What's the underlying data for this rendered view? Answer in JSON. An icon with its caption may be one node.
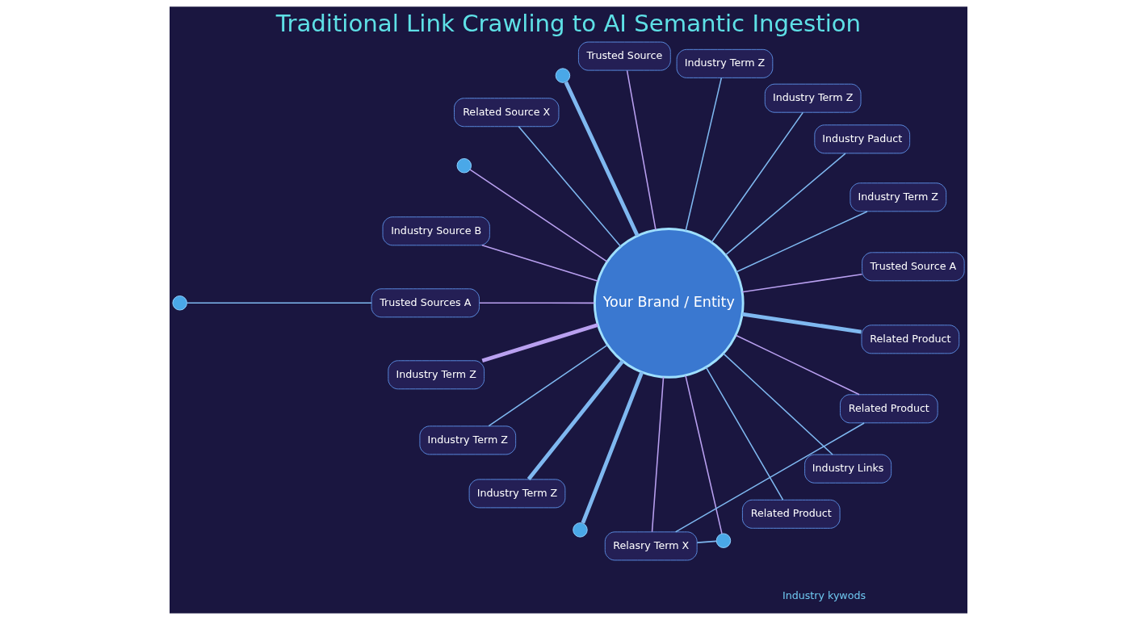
{
  "diagram": {
    "title": "Traditional Link Crawling to AI Semantic Ingestion",
    "nodes": [
      {
        "text": [
          "Your Brand / Entity"
        ]
      },
      {
        "text": [
          "Trusted Source A"
        ]
      },
      {
        "text": [
          "Industry Term Z"
        ]
      },
      {
        "text": [
          "Industry Paduct"
        ]
      },
      {
        "text": [
          "Industry Term Z"
        ]
      },
      {
        "text": [
          "Industry Term Z"
        ]
      },
      {
        "text": [
          "Trusted Source"
        ]
      },
      {
        "text": [],
        "shape": "circle"
      },
      {
        "text": [
          "Related Source X"
        ]
      },
      {
        "text": [],
        "shape": "circle"
      },
      {
        "text": [
          "Industry Source B"
        ]
      },
      {
        "text": [],
        "shape": "circle"
      },
      {
        "text": [
          "Trusted Sources A"
        ]
      },
      {
        "text": [
          "Industry Term Z"
        ]
      },
      {
        "text": [
          "Industry Term Z"
        ]
      },
      {
        "text": [
          "Industry Term Z"
        ]
      },
      {
        "text": [],
        "shape": "circle"
      },
      {
        "text": [
          "Relasry Term X"
        ]
      },
      {
        "text": [],
        "shape": "circle"
      },
      {
        "text": [
          "Related Product"
        ]
      },
      {
        "text": [
          "Industry Links"
        ]
      },
      {
        "text": [
          "Related Product"
        ]
      },
      {
        "text": [
          "Related Product"
        ]
      }
    ],
    "edges": [
      {
        "from": 0,
        "to": 1,
        "arrow": "none",
        "color": "#b9a0f0"
      },
      {
        "from": 0,
        "to": 2,
        "arrow": "none"
      },
      {
        "from": 0,
        "to": 3,
        "arrow": "none"
      },
      {
        "from": 0,
        "to": 4,
        "arrow": "none"
      },
      {
        "from": 0,
        "to": 5,
        "arrow": "none"
      },
      {
        "from": 0,
        "to": 6,
        "arrow": "none",
        "color": "#b9a0f0"
      },
      {
        "from": 0,
        "to": 7,
        "arrow": "none",
        "style": "thick"
      },
      {
        "from": 0,
        "to": 8,
        "arrow": "none"
      },
      {
        "from": 0,
        "to": 9,
        "arrow": "none",
        "color": "#b9a0f0"
      },
      {
        "from": 0,
        "to": 10,
        "arrow": "none",
        "color": "#b9a0f0"
      },
      {
        "from": 11,
        "to": 12,
        "arrow": "none"
      },
      {
        "from": 0,
        "to": 12,
        "arrow": "none",
        "color": "#b9a0f0"
      },
      {
        "from": 0,
        "to": 13,
        "arrow": "none",
        "style": "thick",
        "color": "#b9a0f0"
      },
      {
        "from": 0,
        "to": 14,
        "arrow": "none"
      },
      {
        "from": 0,
        "to": 15,
        "arrow": "none",
        "style": "thick"
      },
      {
        "from": 0,
        "to": 16,
        "arrow": "none",
        "style": "thick"
      },
      {
        "from": 0,
        "to": 18,
        "arrow": "none",
        "color": "#b9a0f0"
      },
      {
        "from": 0,
        "to": 17,
        "arrow": "none",
        "color": "#b9a0f0"
      },
      {
        "from": 17,
        "to": 18,
        "arrow": "none"
      },
      {
        "from": 17,
        "to": 21,
        "arrow": "none"
      },
      {
        "from": 0,
        "to": 19,
        "arrow": "none"
      },
      {
        "from": 0,
        "to": 20,
        "arrow": "none"
      },
      {
        "from": 0,
        "to": 21,
        "arrow": "none",
        "color": "#b9a0f0"
      },
      {
        "from": 0,
        "to": 22,
        "arrow": "none",
        "style": "thick"
      }
    ],
    "labels": [
      "Industry kywods"
    ]
  }
}
